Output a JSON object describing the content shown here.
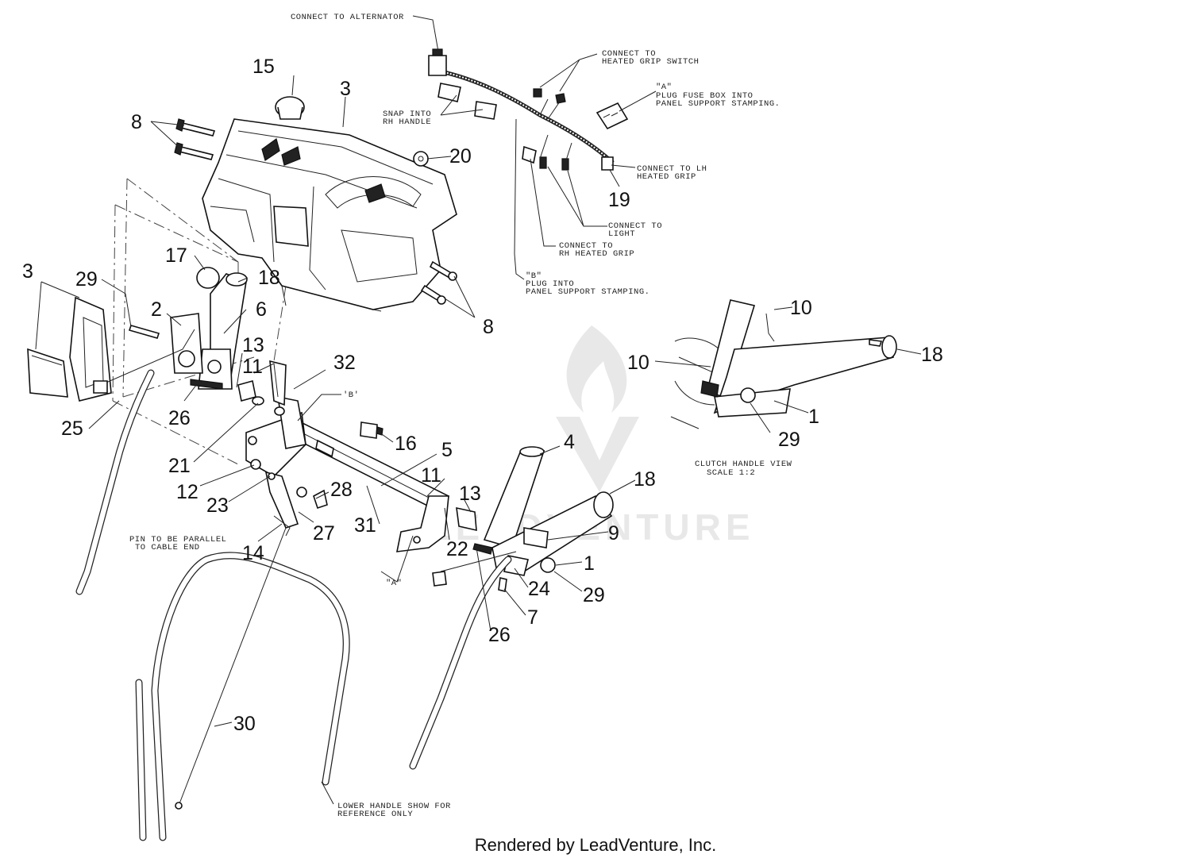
{
  "footer": {
    "text": "Rendered by LeadVenture, Inc."
  },
  "watermark": {
    "text": "LEADVENTURE"
  },
  "callouts": [
    {
      "id": "c15",
      "label": "15"
    },
    {
      "id": "c3a",
      "label": "3"
    },
    {
      "id": "c8a",
      "label": "8"
    },
    {
      "id": "c20",
      "label": "20"
    },
    {
      "id": "c19",
      "label": "19"
    },
    {
      "id": "c17",
      "label": "17"
    },
    {
      "id": "c3b",
      "label": "3"
    },
    {
      "id": "c29a",
      "label": "29"
    },
    {
      "id": "c18a",
      "label": "18"
    },
    {
      "id": "c2",
      "label": "2"
    },
    {
      "id": "c6",
      "label": "6"
    },
    {
      "id": "c8b",
      "label": "8"
    },
    {
      "id": "c13a",
      "label": "13"
    },
    {
      "id": "c11a",
      "label": "11"
    },
    {
      "id": "c32",
      "label": "32"
    },
    {
      "id": "c26a",
      "label": "26"
    },
    {
      "id": "c25",
      "label": "25"
    },
    {
      "id": "c16",
      "label": "16"
    },
    {
      "id": "c5",
      "label": "5"
    },
    {
      "id": "c4",
      "label": "4"
    },
    {
      "id": "c21",
      "label": "21"
    },
    {
      "id": "c12",
      "label": "12"
    },
    {
      "id": "c23",
      "label": "23"
    },
    {
      "id": "c28",
      "label": "28"
    },
    {
      "id": "c11b",
      "label": "11"
    },
    {
      "id": "c13b",
      "label": "13"
    },
    {
      "id": "c18b",
      "label": "18"
    },
    {
      "id": "c27",
      "label": "27"
    },
    {
      "id": "c31",
      "label": "31"
    },
    {
      "id": "c22",
      "label": "22"
    },
    {
      "id": "c9",
      "label": "9"
    },
    {
      "id": "c14",
      "label": "14"
    },
    {
      "id": "c1a",
      "label": "1"
    },
    {
      "id": "c24",
      "label": "24"
    },
    {
      "id": "c29b",
      "label": "29"
    },
    {
      "id": "c7",
      "label": "7"
    },
    {
      "id": "c26b",
      "label": "26"
    },
    {
      "id": "c30",
      "label": "30"
    },
    {
      "id": "c10a",
      "label": "10"
    },
    {
      "id": "c10b",
      "label": "10"
    },
    {
      "id": "c18c",
      "label": "18"
    },
    {
      "id": "c1b",
      "label": "1"
    },
    {
      "id": "c29c",
      "label": "29"
    }
  ],
  "notes": {
    "alternator": "CONNECT TO ALTERNATOR",
    "grip_switch_1": "CONNECT TO",
    "grip_switch_2": "HEATED GRIP SWITCH",
    "fuse_1": "\"A\"",
    "fuse_2": "PLUG FUSE BOX INTO",
    "fuse_3": "PANEL SUPPORT STAMPING.",
    "snap_1": "SNAP INTO",
    "snap_2": "RH HANDLE",
    "lh_grip_1": "CONNECT TO LH",
    "lh_grip_2": "HEATED GRIP",
    "light_1": "CONNECT TO",
    "light_2": "LIGHT",
    "rh_grip_1": "CONNECT TO",
    "rh_grip_2": "RH HEATED GRIP",
    "plug_b_1": "\"B\"",
    "plug_b_2": "PLUG  INTO",
    "plug_b_3": "PANEL SUPPORT STAMPING.",
    "marker_b": "'B'",
    "marker_a": "\"A\"",
    "pin_1": "PIN TO BE PARALLEL",
    "pin_2": "TO CABLE END",
    "clutch_1": "CLUTCH HANDLE VIEW",
    "clutch_2": "SCALE 1:2",
    "lower_1": "LOWER HANDLE SHOW FOR",
    "lower_2": "REFERENCE ONLY"
  }
}
